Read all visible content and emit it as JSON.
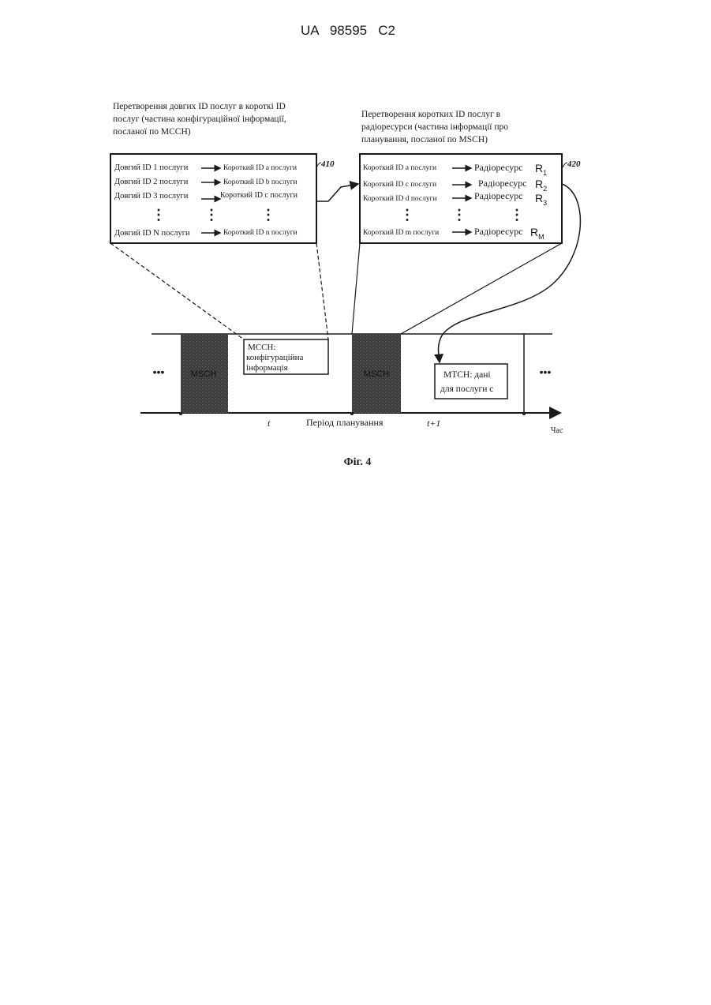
{
  "header": {
    "patent_number": "UA   98595   C2"
  },
  "figure": {
    "caption": "Фіг. 4",
    "left_panel": {
      "heading_lines": [
        "Перетворення довгих ID послуг в короткі ID",
        "послуг (частина конфігураційної інформації,",
        "посланої по MCCH)"
      ],
      "ref": "410",
      "rows": [
        {
          "left": "Довгий ID 1 послуги",
          "right": "Короткий ID a послуги"
        },
        {
          "left": "Довгий ID 2 послуги",
          "right": "Короткий ID b послуги"
        },
        {
          "left": "Довгий ID 3 послуги",
          "right": "Короткий ID c послуги"
        },
        {
          "left": "Довгий ID N послуги",
          "right": "Короткий ID n послуги"
        }
      ],
      "ellipsis": "⋮"
    },
    "right_panel": {
      "heading_lines": [
        "Перетворення коротких ID послуг в",
        "радіоресурси (частина інформації про",
        "планування, посланої по MSCH)"
      ],
      "ref": "420",
      "rows": [
        {
          "left": "Короткий ID a послуги",
          "middle": "Радіоресурс",
          "resource": "R",
          "sub": "1"
        },
        {
          "left": "Короткий ID c послуги",
          "middle": "Радіоресурс",
          "resource": "R",
          "sub": "2"
        },
        {
          "left": "Короткий ID d послуги",
          "middle": "Радіоресурс",
          "resource": "R",
          "sub": "3"
        },
        {
          "left": "Короткий ID m послуги",
          "middle": "Радіоресурс",
          "resource": "R",
          "sub": "M"
        }
      ],
      "ellipsis": "⋮"
    },
    "timeline": {
      "ellipsis_left": "•••",
      "ellipsis_right": "•••",
      "block1_label": "MSCH",
      "block2_label": "MSCH",
      "mcch_box_lines": [
        "MCCH:",
        "конфігураційна",
        "інформація"
      ],
      "mtch_box_lines": [
        "MTCH: дані",
        "для послуги c"
      ],
      "t_label": "t",
      "period_label": "Період планування",
      "t_next_label": "t+1",
      "axis_label": "Час"
    },
    "colors": {
      "ink": "#1a1a1a",
      "shade": "#4a4a4a"
    }
  }
}
